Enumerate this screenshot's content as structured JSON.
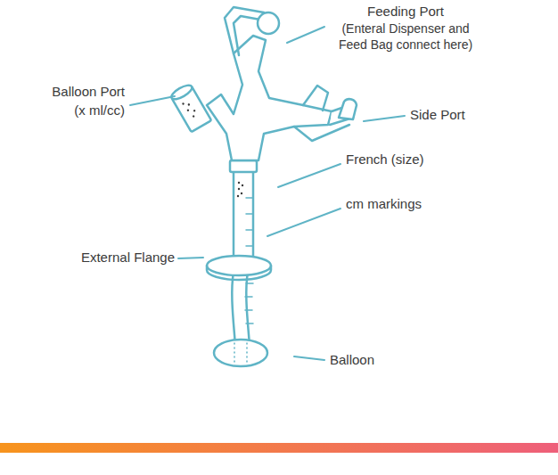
{
  "diagram": {
    "labels": [
      "Feeding Port",
      "(Enteral Dispenser and Feed Bag connect here)",
      "Balloon Port",
      "(x ml/cc)",
      "Side Port",
      "French (size)",
      "cm markings",
      "External Flange",
      "Balloon"
    ]
  }
}
